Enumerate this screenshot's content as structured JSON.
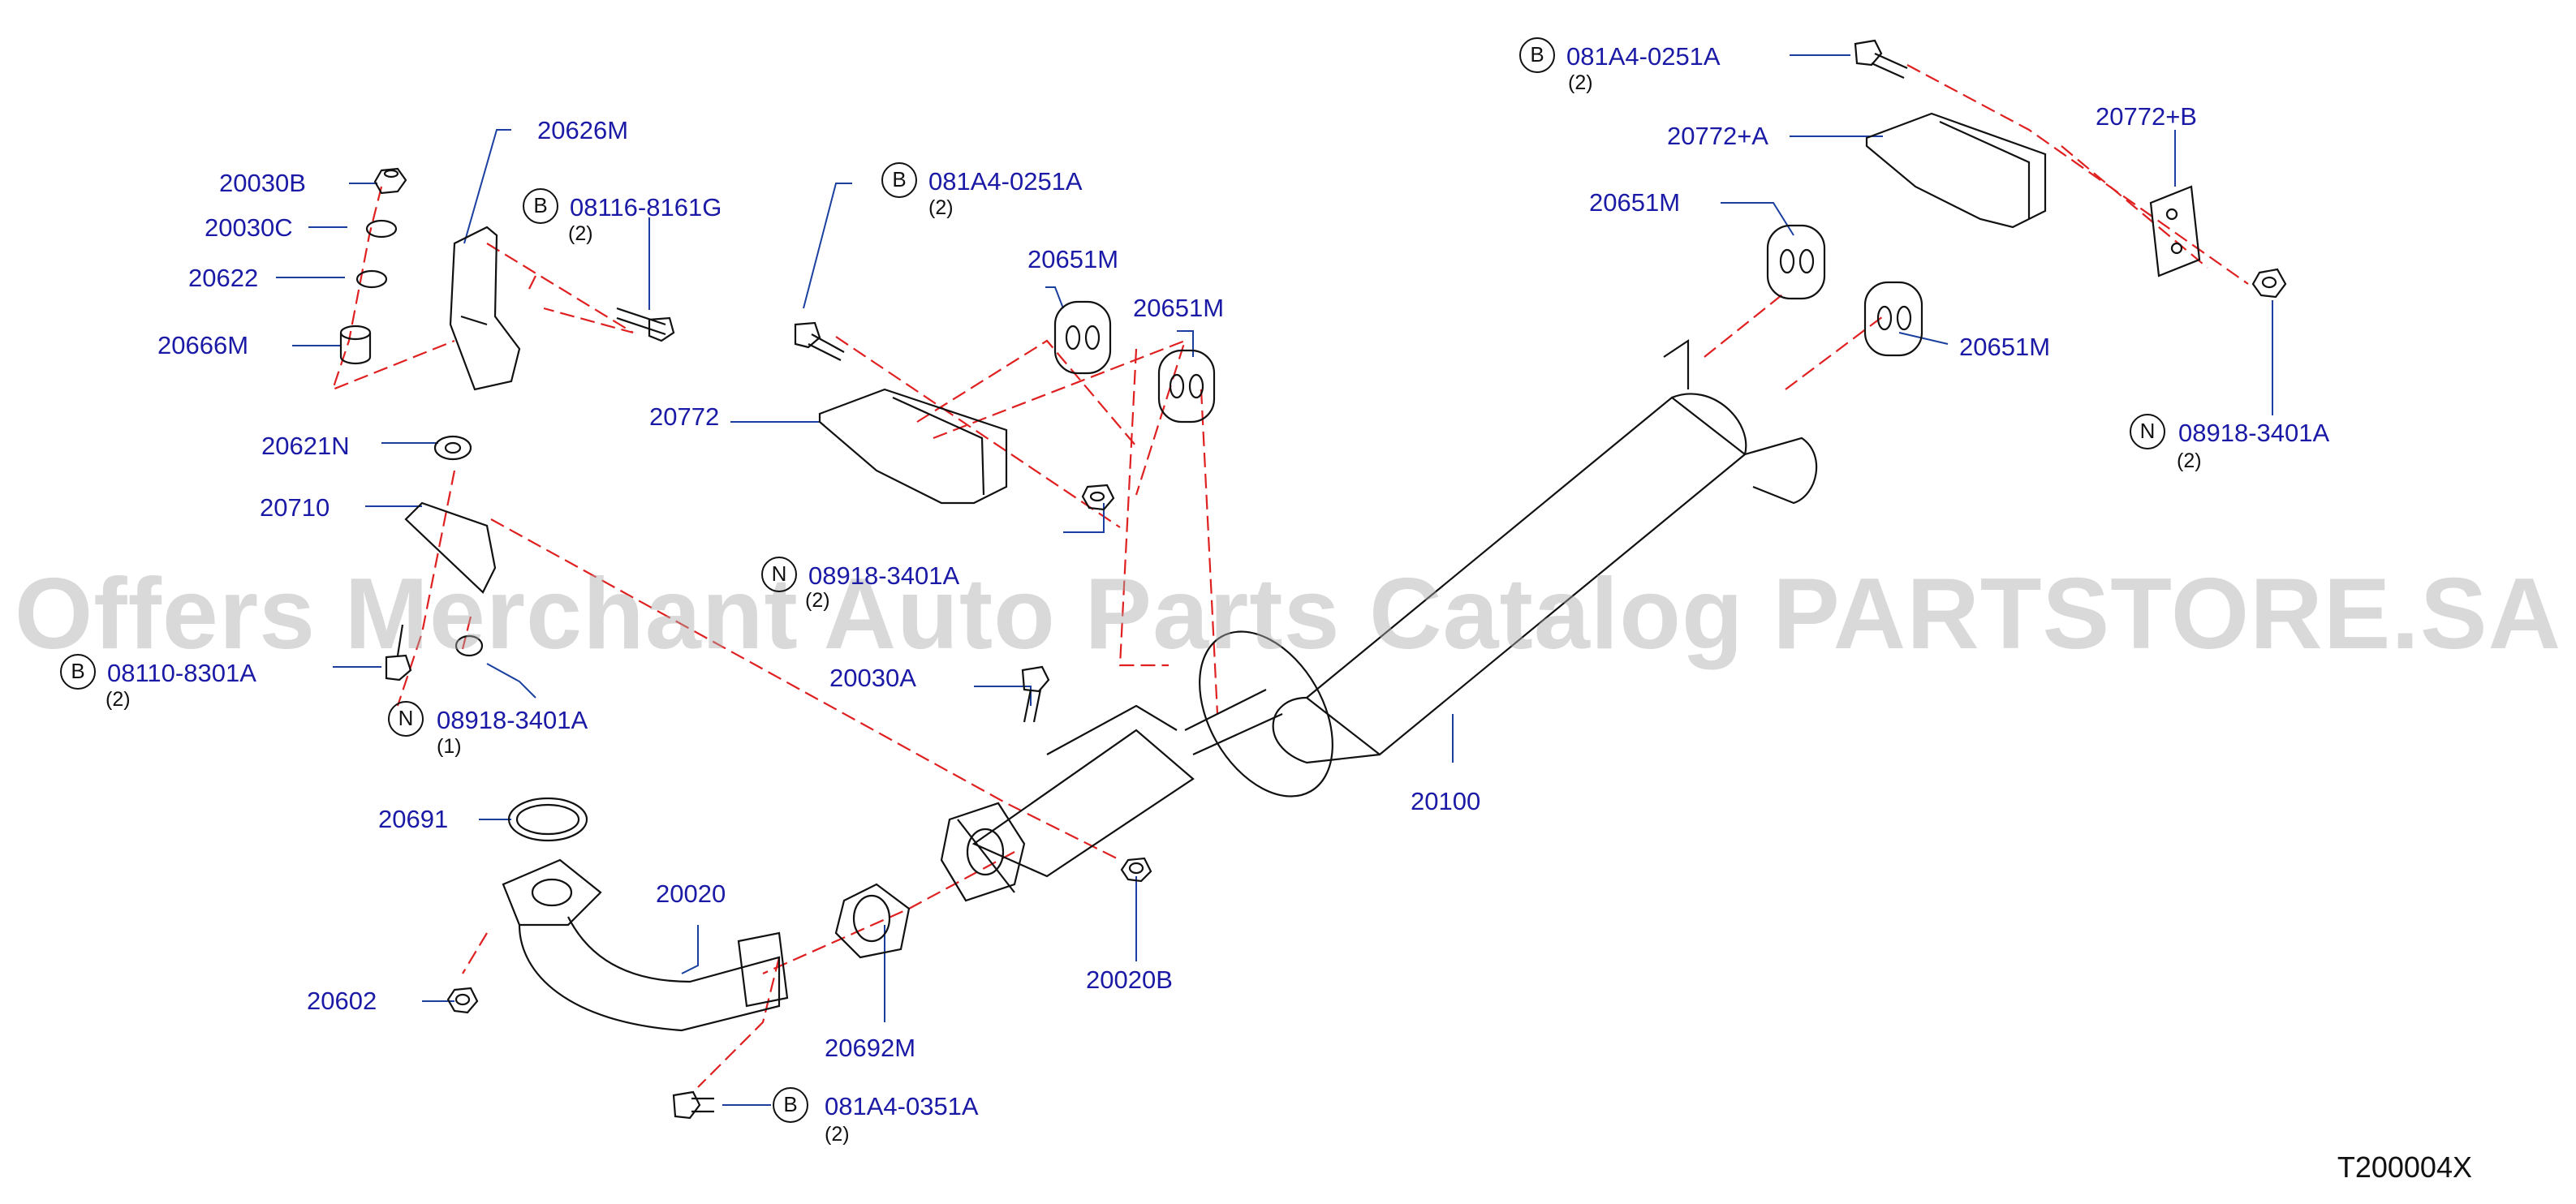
{
  "watermark": "Offers Merchant Auto Parts Catalog PARTSTORE.SA",
  "diagram_code": "T200004X",
  "colors": {
    "label": "#1a1aa6",
    "leader": "#1a3fa0",
    "dashed": "#e02020",
    "part_line": "#111111"
  },
  "parts": [
    {
      "id": "p20030B",
      "label": "20030B"
    },
    {
      "id": "p20030C",
      "label": "20030C"
    },
    {
      "id": "p20622",
      "label": "20622"
    },
    {
      "id": "p20666M",
      "label": "20666M"
    },
    {
      "id": "p20626M",
      "label": "20626M"
    },
    {
      "id": "p20621N",
      "label": "20621N"
    },
    {
      "id": "p20710",
      "label": "20710"
    },
    {
      "id": "p20772",
      "label": "20772"
    },
    {
      "id": "p20651M_a",
      "label": "20651M"
    },
    {
      "id": "p20651M_b",
      "label": "20651M"
    },
    {
      "id": "p20651M_c",
      "label": "20651M"
    },
    {
      "id": "p20651M_d",
      "label": "20651M"
    },
    {
      "id": "p20772A",
      "label": "20772+A"
    },
    {
      "id": "p20772B",
      "label": "20772+B"
    },
    {
      "id": "p20030A",
      "label": "20030A"
    },
    {
      "id": "p20100",
      "label": "20100"
    },
    {
      "id": "p20691",
      "label": "20691"
    },
    {
      "id": "p20020",
      "label": "20020"
    },
    {
      "id": "p20602",
      "label": "20602"
    },
    {
      "id": "p20692M",
      "label": "20692M"
    },
    {
      "id": "p20020B",
      "label": "20020B"
    }
  ],
  "fasteners": [
    {
      "id": "f1",
      "type": "B",
      "label": "08116-8161G",
      "qty": "(2)"
    },
    {
      "id": "f2",
      "type": "B",
      "label": "081A4-0251A",
      "qty": "(2)"
    },
    {
      "id": "f3",
      "type": "B",
      "label": "081A4-0251A",
      "qty": "(2)"
    },
    {
      "id": "f4",
      "type": "N",
      "label": "08918-3401A",
      "qty": "(2)"
    },
    {
      "id": "f5",
      "type": "N",
      "label": "08918-3401A",
      "qty": "(2)"
    },
    {
      "id": "f6",
      "type": "B",
      "label": "08110-8301A",
      "qty": "(2)"
    },
    {
      "id": "f7",
      "type": "N",
      "label": "08918-3401A",
      "qty": "(1)"
    },
    {
      "id": "f8",
      "type": "B",
      "label": "081A4-0351A",
      "qty": "(2)"
    }
  ]
}
